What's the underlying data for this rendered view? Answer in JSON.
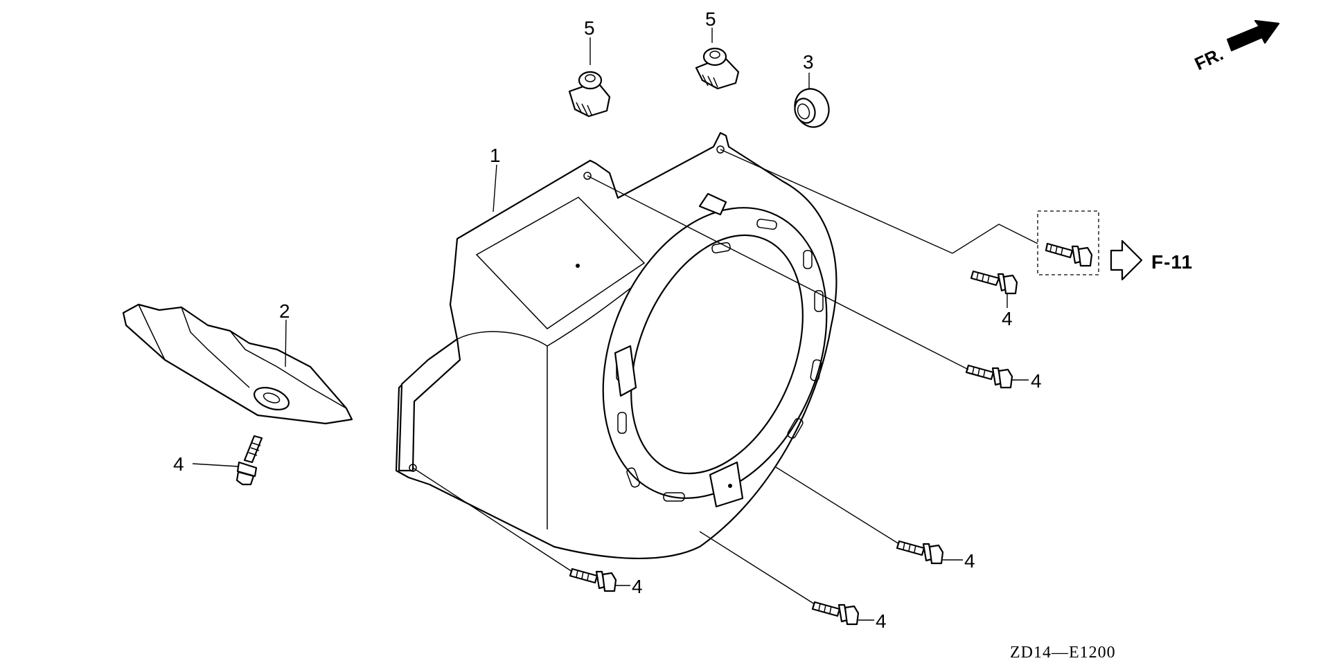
{
  "diagram": {
    "labels": {
      "blower_housing": "1",
      "side_cover": "2",
      "grommet": "3",
      "clip_left": "5",
      "clip_right": "5",
      "bolt_side_cover": "4",
      "bolt_upper_right": "4",
      "bolt_mid_right": "4",
      "bolt_lower_right": "4",
      "bolt_bottom_center": "4",
      "bolt_bottom_left": "4"
    },
    "reference_page": "F-11",
    "front_indicator": "FR.",
    "drawing_code": "ZD14—E1200"
  }
}
